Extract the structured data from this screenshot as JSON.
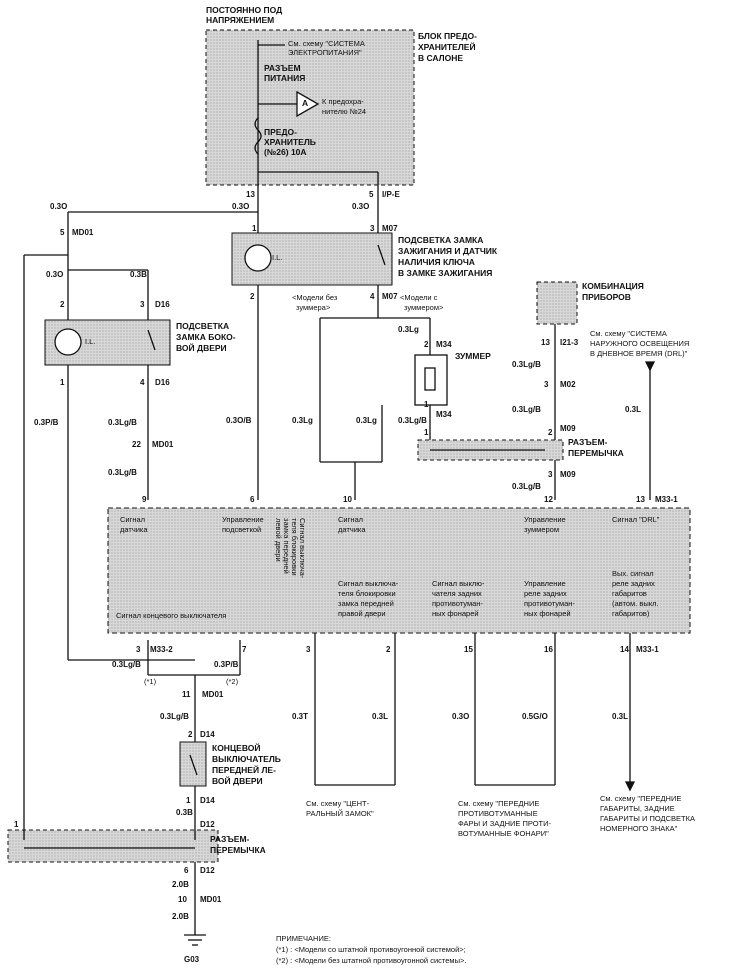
{
  "header": {
    "const_power": "ПОСТОЯННО ПОД НАПРЯЖЕНИЕМ",
    "const_power_1": "ПОСТОЯННО ПОД",
    "const_power_2": "НАПРЯЖЕНИЕМ"
  },
  "fuse_block": {
    "title_1": "БЛОК ПРЕДО-",
    "title_2": "ХРАНИТЕЛЕЙ",
    "title_3": "В САЛОНЕ",
    "see_power_1": "См. схему \"СИСТЕМА",
    "see_power_2": "ЭЛЕКТРОПИТАНИЯ\"",
    "power_conn_1": "РАЗЪЕМ",
    "power_conn_2": "ПИТАНИЯ",
    "ref_a": "A",
    "to_fuse_1": "К предохра-",
    "to_fuse_2": "нителю №24",
    "fuse_1": "ПРЕДО-",
    "fuse_2": "ХРАНИТЕЛЬ",
    "fuse_3": "(№26) 10А",
    "pin_13": "13",
    "pin_5": "5",
    "conn": "I/P-E"
  },
  "ignition": {
    "title_1": "ПОДСВЕТКА ЗАМКА",
    "title_2": "ЗАЖИГАНИЯ И ДАТЧИК",
    "title_3": "НАЛИЧИЯ КЛЮЧА",
    "title_4": "В ЗАМКЕ ЗАЖИГАНИЯ",
    "conn": "M07",
    "pin_1": "1",
    "pin_3": "3",
    "pin_2": "2",
    "pin_4": "4",
    "ill": "I.L."
  },
  "side_door": {
    "title_1": "ПОДСВЕТКА",
    "title_2": "ЗАМКА БОКО-",
    "title_3": "ВОЙ ДВЕРИ",
    "conn": "D16",
    "pin_2": "2",
    "pin_3": "3",
    "pin_1": "1",
    "pin_4": "4",
    "ill": "I.L."
  },
  "variants": {
    "no_buzzer_1": "<Модели без",
    "no_buzzer_2": "зуммера>",
    "with_buzzer_1": "<Модели с",
    "with_buzzer_2": "зуммером>"
  },
  "buzzer": {
    "title": "ЗУММЕР",
    "conn": "M34",
    "pin_2": "2",
    "pin_1": "1"
  },
  "cluster": {
    "title_1": "КОМБИНАЦИЯ",
    "title_2": "ПРИБОРОВ",
    "pin_13": "13",
    "conn": "I21-3"
  },
  "drl": {
    "see_1": "См. схему \"СИСТЕМА",
    "see_2": "НАРУЖНОГО ОСВЕЩЕНИЯ",
    "see_3": "В ДНЕВНОЕ ВРЕМЯ (DRL)\""
  },
  "jumper_top": {
    "title_1": "РАЗЪЕМ-",
    "title_2": "ПЕРЕМЫЧКА",
    "conn": "M09",
    "pin_2": "2",
    "pin_1": "1",
    "pin_3": "3"
  },
  "module": {
    "top_1": "Сигнал",
    "top_1b": "датчика",
    "top_2": "Управление",
    "top_2b": "подсветкой",
    "top_3": "Сигнал",
    "top_3b": "датчика",
    "top_4": "Управление",
    "top_4b": "зуммером",
    "top_5": "Сигнал \"DRL\"",
    "v1": "Сигнал выключа-",
    "v2": "теля блокировки",
    "v3": "замка передней",
    "v4": "левой двери",
    "m1_1": "Сигнал выключа-",
    "m1_2": "теля блокировки",
    "m1_3": "замка передней",
    "m1_4": "правой двери",
    "m2_1": "Сигнал выклю-",
    "m2_2": "чателя задних",
    "m2_3": "противотуман-",
    "m2_4": "ных фонарей",
    "m3_1": "Управление",
    "m3_2": "реле задних",
    "m3_3": "противотуман-",
    "m3_4": "ных фонарей",
    "m4_1": "Вых. сигнал",
    "m4_2": "реле задних",
    "m4_3": "габаритов",
    "m4_4": "(автом. выкл.",
    "m4_5": "габаритов)",
    "end_switch": "Сигнал концевого выключателя",
    "pin_9": "9",
    "pin_6": "6",
    "pin_10": "10",
    "pin_12": "12",
    "pin_13": "13",
    "conn_m331": "M33-1",
    "pin_3": "3",
    "pin_7": "7",
    "conn_m332": "M33-2",
    "pin_3b": "3",
    "pin_2": "2",
    "pin_15": "15",
    "pin_16": "16",
    "pin_14": "14",
    "conn_m331b": "M33-1"
  },
  "front_left_door": {
    "title_1": "КОНЦЕВОЙ",
    "title_2": "ВЫКЛЮЧАТЕЛЬ",
    "title_3": "ПЕРЕДНЕЙ ЛЕ-",
    "title_4": "ВОЙ ДВЕРИ",
    "conn": "D14",
    "pin_2": "2",
    "pin_1": "1"
  },
  "jumper_bottom": {
    "title_1": "РАЗЪЕМ-",
    "title_2": "ПЕРЕМЫЧКА",
    "conn": "D12",
    "pin_1": "1",
    "pin_6": "6"
  },
  "md01": {
    "label": "MD01",
    "pin_5": "5",
    "pin_22": "22",
    "pin_11": "11",
    "pin_10": "10"
  },
  "ground": {
    "label": "G03"
  },
  "variant_marks": {
    "v1": "(*1)",
    "v2": "(*2)"
  },
  "wires": {
    "w03o_a": "0.3O",
    "w03o_b": "0.3O",
    "w03o_c": "0.3O",
    "w03o_d": "0.3O",
    "w03b": "0.3B",
    "w03pb_a": "0.3P/B",
    "w03pb_b": "0.3P/B",
    "w03lgb_a": "0.3Lg/B",
    "w03lgb_b": "0.3Lg/B",
    "w03lgb_c": "0.3Lg/B",
    "w03lgb_d": "0.3Lg/B",
    "w03ob": "0.3O/B",
    "w03lg_a": "0.3Lg",
    "w03lg_b": "0.3Lg",
    "w03lg_c": "0.3Lg",
    "w03lgb_e": "0.3Lg/B",
    "w03lgb_f": "0.3Lg/B",
    "w03lgb_g": "0.3Lg/B",
    "w03lgb_h": "0.3Lg/B",
    "w03l_a": "0.3L",
    "w03l_b": "0.3L",
    "w03l_c": "0.3L",
    "w03t": "0.3T",
    "w03o_e": "0.3O",
    "w05go": "0.5G/O",
    "w03b_b": "0.3B",
    "w20b_a": "2.0B",
    "w20b_b": "2.0B",
    "conn_m02": "M02",
    "pin_m02": "3"
  },
  "refs": {
    "central_1": "См. схему \"ЦЕНТ-",
    "central_2": "РАЛЬНЫЙ ЗАМОК\"",
    "fog_1": "См. схему \"ПЕРЕДНИЕ",
    "fog_2": "ПРОТИВОТУМАННЫЕ",
    "fog_3": "ФАРЫ И ЗАДНИЕ ПРОТИ-",
    "fog_4": "ВОТУМАННЫЕ ФОНАРИ\"",
    "pos_1": "См. схему \"ПЕРЕДНИЕ",
    "pos_2": "ГАБАРИТЫ, ЗАДНИЕ",
    "pos_3": "ГАБАРИТЫ И ПОДСВЕТКА",
    "pos_4": "НОМЕРНОГО ЗНАКА\""
  },
  "note": {
    "title": "ПРИМЕЧАНИЕ:",
    "n1": "(*1) : <Модели со штатной противоугонной системой>;",
    "n2": "(*2) : <Модели без штатной противоугонной системы>."
  },
  "colors": {
    "shade": "#d4d4d4",
    "line": "#111111"
  }
}
